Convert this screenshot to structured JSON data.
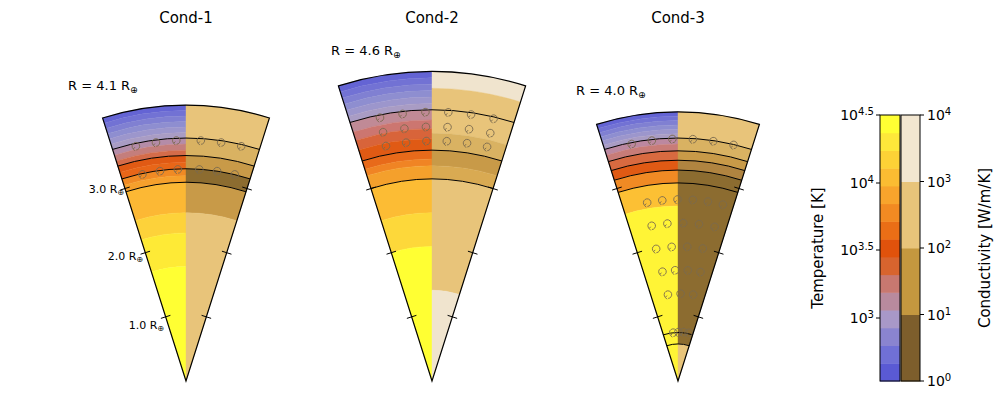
{
  "diagram": {
    "labels": [
      "Cond-1",
      "Cond-2",
      "Cond-3",
      "R = 4.1 R⊕",
      "3.0 R⊕",
      "2.0 R⊕",
      "1.0 R⊕",
      "R = 4.6 R⊕",
      "R = 4.0 R⊕",
      "104.5",
      "104",
      "103.5",
      "103",
      "104",
      "103",
      "102",
      "101",
      "100",
      "Temperature [K]",
      "Conductivity [W/m/K]"
    ]
  }
}
